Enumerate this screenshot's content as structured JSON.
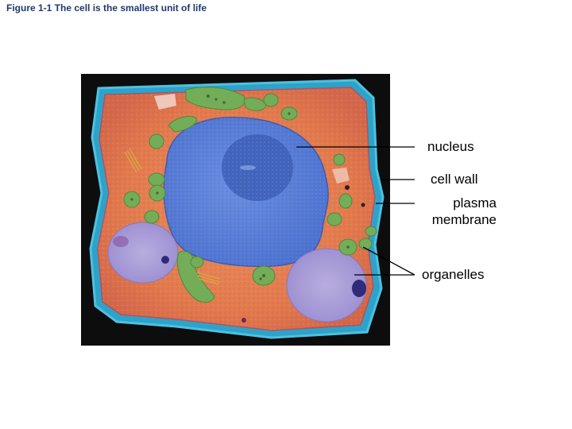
{
  "figure": {
    "title": "Figure 1-1 The cell is the smallest unit of life"
  },
  "labels": {
    "nucleus": "nucleus",
    "cell_wall": "cell wall",
    "plasma_membrane_line1": "plasma",
    "plasma_membrane_line2": "membrane",
    "organelles": "organelles"
  },
  "colors": {
    "cell_wall": "#2ea3c9",
    "cytoplasm": "#e8885a",
    "nucleus": "#5b7fd6",
    "nucleolus": "#3f61b8",
    "vacuole": "#a79ad6",
    "chloroplast": "#73ad57",
    "background": "#0d0d0d"
  }
}
